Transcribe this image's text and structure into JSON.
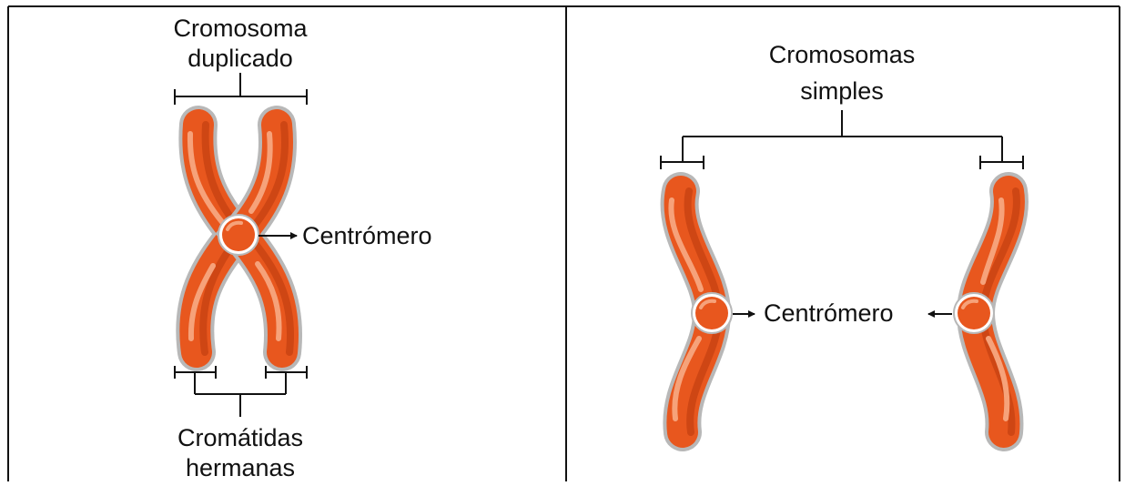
{
  "colors": {
    "chromosome_fill": "#E8571E",
    "chromosome_highlight": "#F6A27A",
    "chromosome_shadow": "#B8390C",
    "chromosome_outline": "#B8B8B8",
    "lines": "#111111",
    "border": "#111111"
  },
  "left_panel": {
    "top_label_line1": "Cromosoma",
    "top_label_line2": "duplicado",
    "centromere_label": "Centrómero",
    "bottom_label_line1": "Cromátidas",
    "bottom_label_line2": "hermanas"
  },
  "right_panel": {
    "top_label_line1": "Cromosomas",
    "top_label_line2": "simples",
    "centromere_label": "Centrómero"
  }
}
